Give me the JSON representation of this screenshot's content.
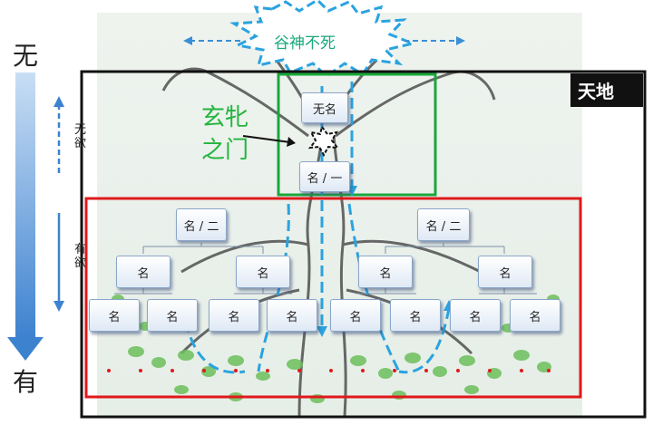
{
  "left_axis": {
    "top_label": "无",
    "bottom_label": "有"
  },
  "inner_axis": {
    "wuyu_label": "无\n欲",
    "youyu_label": "有\n欲"
  },
  "cloud_label": "谷神不死",
  "tiandi_label": "天地",
  "xuanpin_label": "玄牝\n之门",
  "nodes": {
    "top": "无名",
    "second": "名 / 一",
    "level2": [
      "名 / 二",
      "名 / 二"
    ],
    "level3": [
      "名",
      "名",
      "名",
      "名"
    ],
    "level4": [
      "名",
      "名",
      "名",
      "名",
      "名",
      "名",
      "名",
      "名"
    ]
  },
  "colors": {
    "red_frame": "#e0191b",
    "green_frame": "#19a83c",
    "black_frame": "#111111",
    "arrow_blue": "#3a8fd6",
    "dashed_blue": "#2aa3e0"
  }
}
